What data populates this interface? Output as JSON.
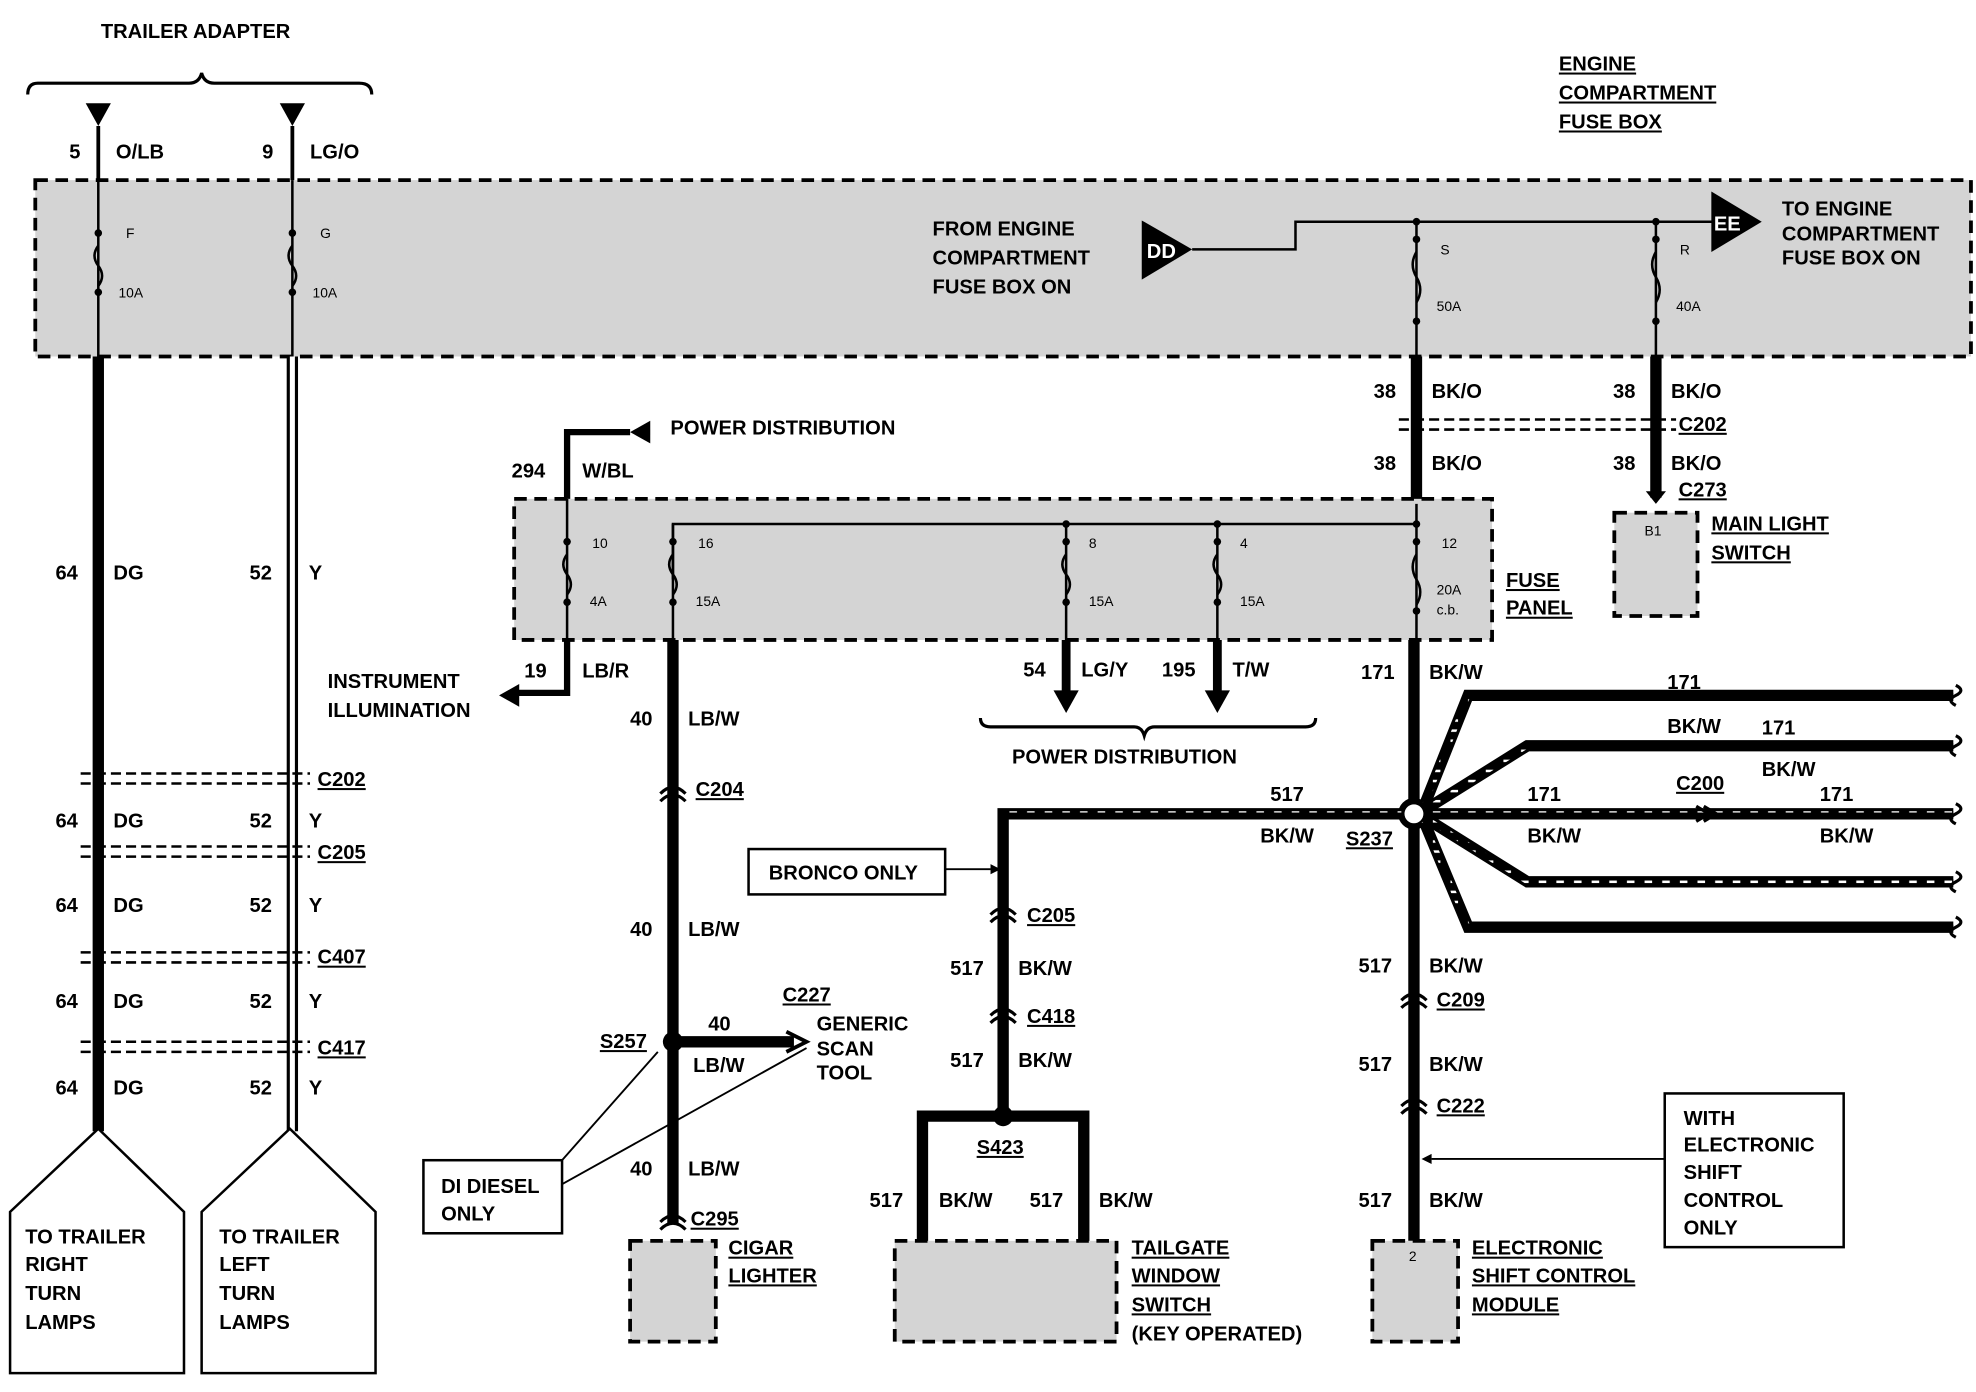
{
  "trailer_adapter": "TRAILER ADAPTER",
  "engine_box": [
    "ENGINE",
    "COMPARTMENT",
    "FUSE BOX"
  ],
  "from_engine": [
    "FROM ENGINE",
    "COMPARTMENT",
    "FUSE BOX ON"
  ],
  "to_engine": [
    "TO ENGINE",
    "COMPARTMENT",
    "FUSE BOX ON"
  ],
  "dd": "DD",
  "ee": "EE",
  "fuses_top": [
    {
      "letter": "F",
      "amp": "10A"
    },
    {
      "letter": "G",
      "amp": "10A"
    },
    {
      "letter": "S",
      "amp": "50A"
    },
    {
      "letter": "R",
      "amp": "40A"
    }
  ],
  "pins": {
    "p5": "5",
    "c5": "O/LB",
    "p9": "9",
    "c9": "LG/O"
  },
  "w38": "38",
  "bko": "BK/O",
  "c202": "C202",
  "c273": "C273",
  "b1": "B1",
  "main_light": [
    "MAIN LIGHT",
    "SWITCH"
  ],
  "power_dist": "POWER DISTRIBUTION",
  "w294": "294",
  "wbl": "W/BL",
  "fuse_panel": [
    "FUSE",
    "PANEL"
  ],
  "panel_fuses": [
    {
      "num": "10",
      "amp": "4A"
    },
    {
      "num": "16",
      "amp": "15A"
    },
    {
      "num": "8",
      "amp": "15A"
    },
    {
      "num": "4",
      "amp": "15A"
    },
    {
      "num": "12",
      "amp": "20A",
      "extra": "c.b."
    }
  ],
  "instr": [
    "INSTRUMENT",
    "ILLUMINATION"
  ],
  "w19": "19",
  "lbr": "LB/R",
  "w40": "40",
  "lbw": "LB/W",
  "w54": "54",
  "lgy": "LG/Y",
  "w195": "195",
  "tw": "T/W",
  "w171": "171",
  "bkw": "BK/W",
  "w64": "64",
  "dg": "DG",
  "w52": "52",
  "y": "Y",
  "conns": [
    "C202",
    "C205",
    "C407",
    "C417"
  ],
  "c204": "C204",
  "c205": "C205",
  "c418": "C418",
  "c209": "C209",
  "c222": "C222",
  "c200": "C200",
  "c227": "C227",
  "c295": "C295",
  "s237": "S237",
  "s257": "S257",
  "s423": "S423",
  "w517": "517",
  "bronco": "BRONCO ONLY",
  "scan": [
    "GENERIC",
    "SCAN",
    "TOOL"
  ],
  "diesel": [
    "DI DIESEL",
    "ONLY"
  ],
  "cigar": [
    "CIGAR",
    "LIGHTER"
  ],
  "tailgate": [
    "TAILGATE",
    "WINDOW",
    "SWITCH",
    "(KEY OPERATED)"
  ],
  "escm": [
    "ELECTRONIC",
    "SHIFT CONTROL",
    "MODULE"
  ],
  "escm_pin": "2",
  "with_esc": [
    "WITH",
    "ELECTRONIC",
    "SHIFT",
    "CONTROL",
    "ONLY"
  ],
  "right_lamps": [
    "TO TRAILER",
    "RIGHT",
    "TURN",
    "LAMPS"
  ],
  "left_lamps": [
    "TO TRAILER",
    "LEFT",
    "TURN",
    "LAMPS"
  ]
}
